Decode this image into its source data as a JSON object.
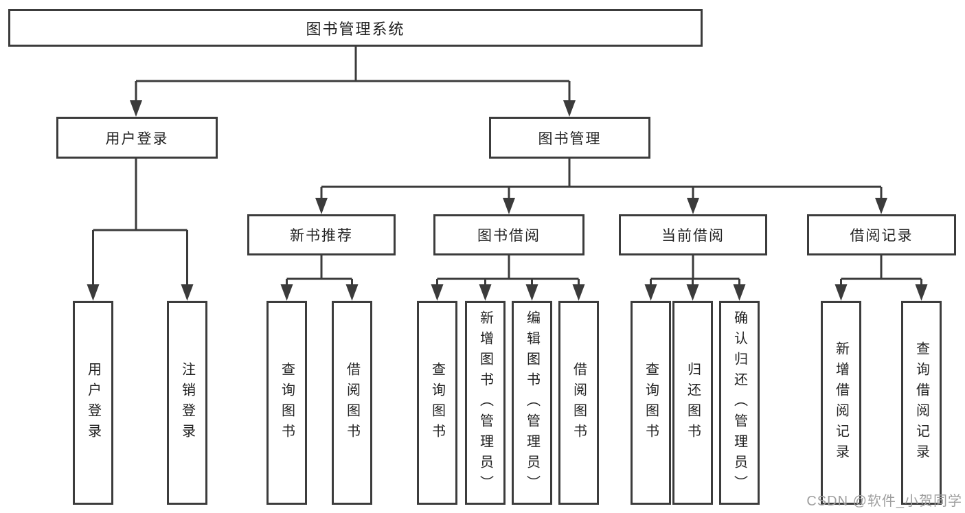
{
  "colors": {
    "line": "#3b3b3b",
    "box_border": "#3c3c3c",
    "text": "#222222",
    "watermark": "#9e9e9e",
    "background": "#ffffff"
  },
  "diagram": {
    "root": {
      "label": "图书管理系统"
    },
    "children": [
      {
        "label": "用户登录",
        "children": [
          {
            "label": "用户登录"
          },
          {
            "label": "注销登录"
          }
        ]
      },
      {
        "label": "图书管理",
        "children": [
          {
            "label": "新书推荐",
            "children": [
              {
                "label": "查询图书"
              },
              {
                "label": "借阅图书"
              }
            ]
          },
          {
            "label": "图书借阅",
            "children": [
              {
                "label": "查询图书"
              },
              {
                "label": "新增图书（管理员）"
              },
              {
                "label": "编辑图书（管理员）"
              },
              {
                "label": "借阅图书"
              }
            ]
          },
          {
            "label": "当前借阅",
            "children": [
              {
                "label": "查询图书"
              },
              {
                "label": "归还图书"
              },
              {
                "label": "确认归还（管理员）"
              }
            ]
          },
          {
            "label": "借阅记录",
            "children": [
              {
                "label": "新增借阅记录"
              },
              {
                "label": "查询借阅记录"
              }
            ]
          }
        ]
      }
    ]
  },
  "watermark": {
    "text": "CSDN @软件_小贺同学"
  }
}
